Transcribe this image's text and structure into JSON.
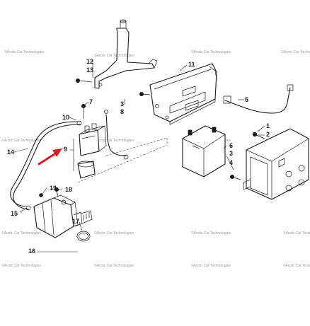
{
  "watermark": "©Arctic Cat Technologies",
  "callouts": [
    "1",
    "2",
    "3",
    "4",
    "5",
    "6",
    "7",
    "8",
    "9",
    "10",
    "11",
    "12",
    "13",
    "14",
    "15",
    "16",
    "17",
    "18",
    "19"
  ],
  "colors": {
    "line": "#1a1a1a",
    "arrow": "#d62020",
    "watermark": "#9a9a9a"
  }
}
